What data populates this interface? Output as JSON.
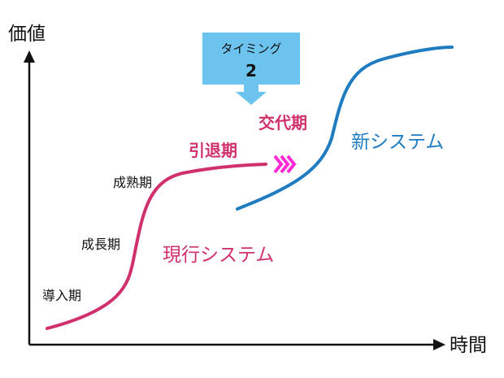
{
  "axes": {
    "y_label": "価値",
    "x_label": "時間"
  },
  "current_system": {
    "name": "現行システム",
    "color": "#d0316c",
    "phases": [
      "導入期",
      "成長期",
      "成熟期",
      "引退期"
    ]
  },
  "new_system": {
    "name": "新システム",
    "color": "#1f7cc0"
  },
  "transition": {
    "label": "交代期",
    "label_color": "#d0316c",
    "chevron_color": "#ff2bd6"
  },
  "timing_callout": {
    "title": "タイミング",
    "number": "2",
    "fill_color": "#6cc4ee"
  }
}
